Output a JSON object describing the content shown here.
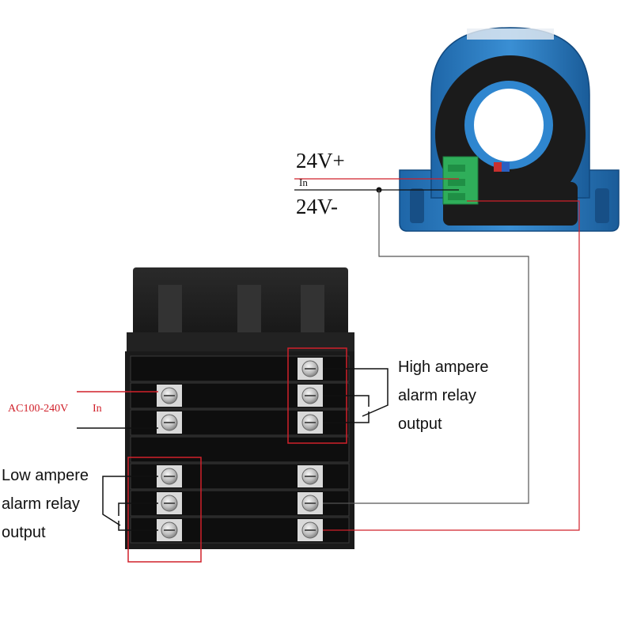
{
  "sensor": {
    "pin_labels": [
      "24V+",
      "In",
      "24V-"
    ]
  },
  "ac_input": {
    "voltage_label": "AC100-240V",
    "in_label": "In"
  },
  "high_alarm": {
    "lines": [
      "High ampere",
      "alarm relay",
      "output"
    ]
  },
  "low_alarm": {
    "lines": [
      "Low ampere",
      "alarm relay",
      "output"
    ]
  },
  "colors": {
    "red_wire": "#d0202a",
    "black_wire": "#111111",
    "gray_wire": "#555555",
    "sensor_blue": "#2c7fc4",
    "terminal_green": "#2fae5a",
    "controller_body": "#1e1e1e",
    "screw_metal": "#cfcfcf"
  }
}
